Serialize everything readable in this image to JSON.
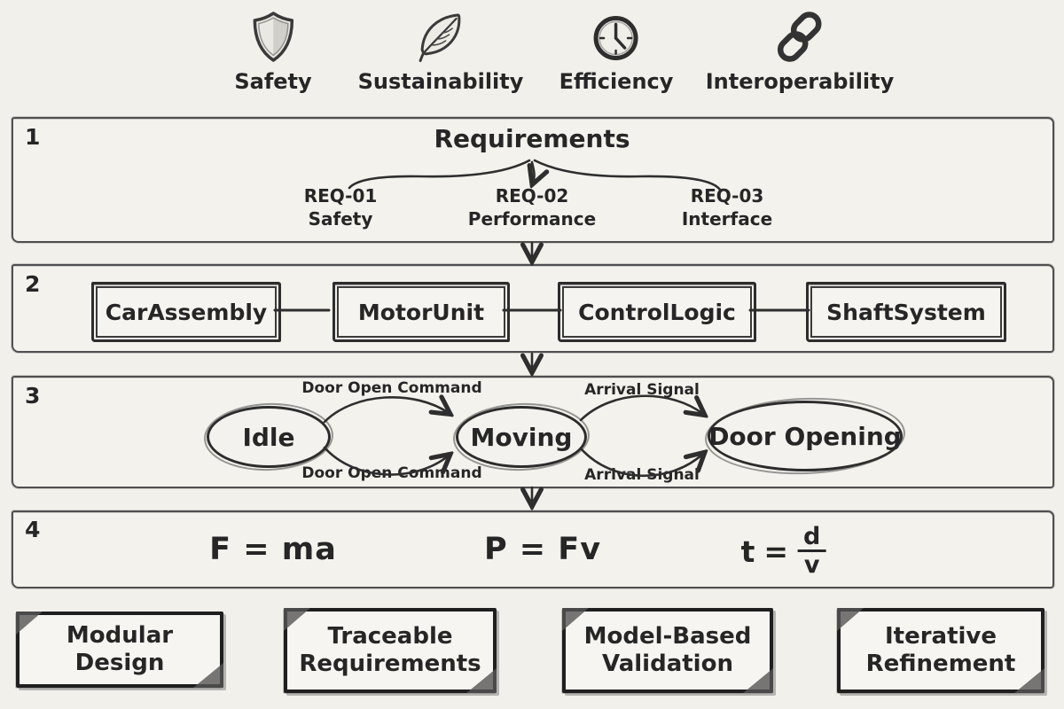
{
  "values_row": {
    "items": [
      {
        "label": "Safety",
        "icon": "shield"
      },
      {
        "label": "Sustainability",
        "icon": "leaf"
      },
      {
        "label": "Efficiency",
        "icon": "clock"
      },
      {
        "label": "Interoperability",
        "icon": "chain-links"
      }
    ]
  },
  "sections": {
    "requirements": {
      "number": "1",
      "title": "Requirements",
      "items": [
        {
          "id": "REQ-01",
          "name": "Safety"
        },
        {
          "id": "REQ-02",
          "name": "Performance"
        },
        {
          "id": "REQ-03",
          "name": "Interface"
        }
      ]
    },
    "components": {
      "number": "2",
      "items": [
        {
          "label": "CarAssembly"
        },
        {
          "label": "MotorUnit"
        },
        {
          "label": "ControlLogic"
        },
        {
          "label": "ShaftSystem"
        }
      ]
    },
    "state_machine": {
      "number": "3",
      "states": [
        {
          "label": "Idle"
        },
        {
          "label": "Moving"
        },
        {
          "label": "Door Opening"
        }
      ],
      "transitions": [
        {
          "label": "Door Open Command",
          "position": "top"
        },
        {
          "label": "Door Open Command",
          "position": "bottom"
        },
        {
          "label": "Arrival Signal",
          "position": "top"
        },
        {
          "label": "Arrival Signal",
          "position": "bottom"
        }
      ]
    },
    "formulas": {
      "number": "4",
      "items": [
        {
          "text": "F = ma"
        },
        {
          "text": "P = Fv"
        }
      ],
      "fraction_formula": {
        "lhs": "t",
        "eq": "=",
        "numerator": "d",
        "denominator": "v"
      }
    }
  },
  "principles": {
    "items": [
      {
        "label": "Modular Design"
      },
      {
        "label": "Traceable Requirements"
      },
      {
        "label": "Model-Based Validation"
      },
      {
        "label": "Iterative Refinement"
      }
    ]
  },
  "colors": {
    "paper": "#f2f0eb",
    "ink": "#262626"
  }
}
